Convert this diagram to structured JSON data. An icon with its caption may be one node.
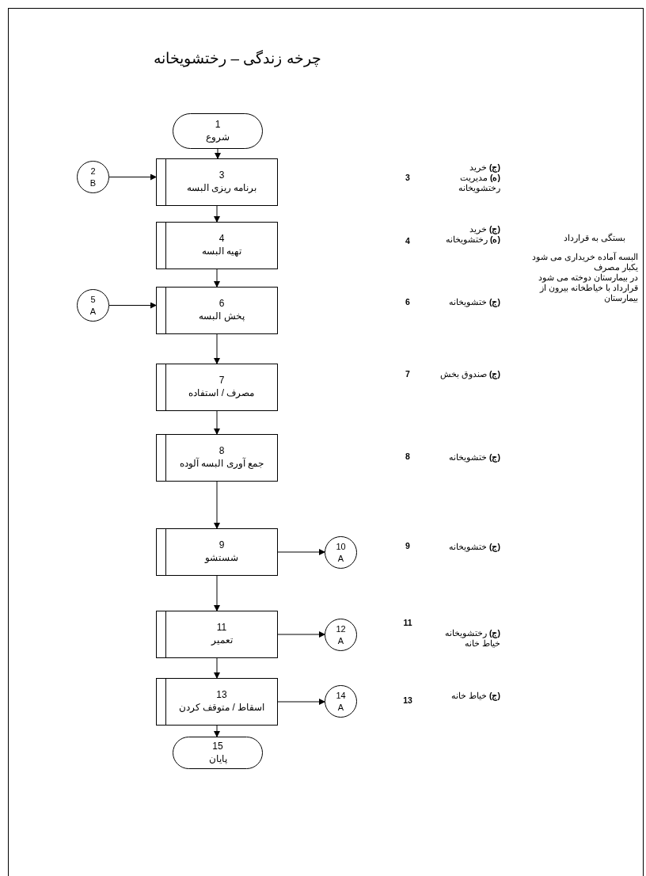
{
  "diagram": {
    "title": "چرخه زندگی – رختشویخانه",
    "nodes": [
      {
        "text": [
          "1",
          "شروع"
        ]
      },
      {
        "text": [
          "2",
          "B"
        ]
      },
      {
        "text": [
          "3",
          "برنامه ریزی البسه"
        ]
      },
      {
        "text": [
          "4",
          "تهیه البسه"
        ]
      },
      {
        "text": [
          "5",
          "A"
        ]
      },
      {
        "text": [
          "6",
          "پخش البسه"
        ]
      },
      {
        "text": [
          "7",
          "مصرف / استفاده"
        ]
      },
      {
        "text": [
          "8",
          "جمع آوری البسه آلوده"
        ]
      },
      {
        "text": [
          "9",
          "شستشو"
        ]
      },
      {
        "text": [
          "10",
          "A"
        ]
      },
      {
        "text": [
          "11",
          "تعمیر"
        ]
      },
      {
        "text": [
          "12",
          "A"
        ]
      },
      {
        "text": [
          "13",
          "اسقاط / متوقف کردن"
        ]
      },
      {
        "text": [
          "14",
          "A"
        ]
      },
      {
        "text": [
          "15",
          "پایان"
        ]
      }
    ],
    "edges": [
      {
        "from": 0,
        "to": 2,
        "arrow": "to"
      },
      {
        "from": 1,
        "to": 2,
        "arrow": "to"
      },
      {
        "from": 2,
        "to": 3,
        "arrow": "to"
      },
      {
        "from": 3,
        "to": 5,
        "arrow": "to"
      },
      {
        "from": 4,
        "to": 5,
        "arrow": "to"
      },
      {
        "from": 5,
        "to": 6,
        "arrow": "to"
      },
      {
        "from": 6,
        "to": 7,
        "arrow": "to"
      },
      {
        "from": 7,
        "to": 8,
        "arrow": "to"
      },
      {
        "from": 8,
        "to": 9,
        "arrow": "to"
      },
      {
        "from": 8,
        "to": 10,
        "arrow": "to"
      },
      {
        "from": 10,
        "to": 11,
        "arrow": "to"
      },
      {
        "from": 10,
        "to": 12,
        "arrow": "to"
      },
      {
        "from": 12,
        "to": 13,
        "arrow": "to"
      },
      {
        "from": 12,
        "to": 14,
        "arrow": "to"
      }
    ],
    "labels": [
      "3",
      "**(ج)** خرید",
      "**(ه)** مدیریت رختشویخانه",
      "4",
      "**(ج)** خرید",
      "**(ه)** رختشویخانه",
      "بستگی به قرارداد",
      "البسه آماده خریداری می شود",
      "یکبار مصرف",
      "در بیمارستان دوخته می شود",
      "قرارداد  با  خیاطخانه بیرون از بیمارستان",
      "6",
      "**(ج)**  ختشویخانه",
      "7",
      "**(ج)**  صندوق بخش",
      "8",
      "**(ج)**  ختشویخانه",
      "9",
      "**(ج)**  ختشویخانه",
      "11",
      "**(ج)** رختشویخانه خیاط خانه",
      "13",
      "**(ج)**  خیاط خانه"
    ]
  }
}
